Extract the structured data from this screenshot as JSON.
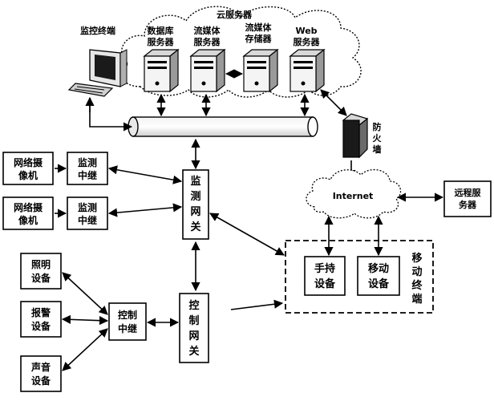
{
  "cloud": {
    "title": "云服务器"
  },
  "servers": {
    "db": [
      "数据库",
      "服务器"
    ],
    "stream": [
      "流媒体",
      "服务器"
    ],
    "storage": [
      "流媒体",
      "存储器"
    ],
    "web": [
      "Web",
      "服务器"
    ]
  },
  "monitor_terminal": "监控终端",
  "firewall": [
    "防",
    "火",
    "墙"
  ],
  "internet": "Internet",
  "remote_server": [
    "远程服",
    "务器"
  ],
  "cameras": [
    {
      "label": [
        "网络摄",
        "像机"
      ]
    },
    {
      "label": [
        "网络摄",
        "像机"
      ]
    }
  ],
  "monitor_relays": [
    {
      "label": [
        "监测",
        "中继"
      ]
    },
    {
      "label": [
        "监测",
        "中继"
      ]
    }
  ],
  "monitor_gateway": [
    "监",
    "测",
    "网",
    "关"
  ],
  "control_gateway": [
    "控",
    "制",
    "网",
    "关"
  ],
  "devices": [
    {
      "label": [
        "照明",
        "设备"
      ]
    },
    {
      "label": [
        "报警",
        "设备"
      ]
    },
    {
      "label": [
        "声音",
        "设备"
      ]
    }
  ],
  "control_relay": [
    "控制",
    "中继"
  ],
  "mobile": {
    "group": [
      "移",
      "动",
      "终",
      "端"
    ],
    "handheld": [
      "手持",
      "设备"
    ],
    "mobile_device": [
      "移动",
      "设备"
    ]
  }
}
